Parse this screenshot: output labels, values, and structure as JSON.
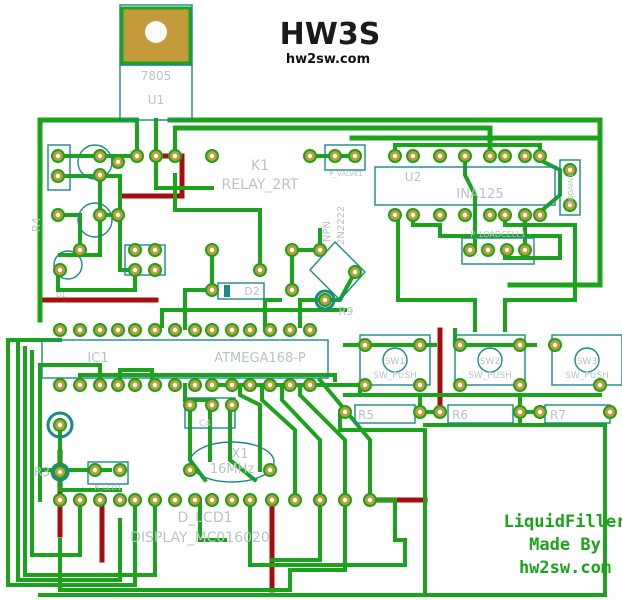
{
  "logo": {
    "mark": "HW3S",
    "site": "hw2sw.com"
  },
  "regulator": {
    "part": "7805",
    "ref": "U1"
  },
  "relay": {
    "ref": "K1",
    "part": "RELAY_2RT"
  },
  "valve_label": "P_VALVE1",
  "amp": {
    "ref": "U2",
    "part": "INA125",
    "gain": "RBGAIN1"
  },
  "loadcell_label": "P_LOADCELL1",
  "transistor": {
    "type": "NPN",
    "part": "2N2222"
  },
  "diode": "D2",
  "mcu": {
    "ref": "IC1",
    "part": "ATMEGA168-P"
  },
  "crystal": {
    "ref": "X1",
    "freq": "16MHz"
  },
  "cap": "C4",
  "lcd": {
    "ref": "D_LCD1",
    "part": "DISPLAY_MC016020",
    "pot": "R_LCD1"
  },
  "buttons": [
    {
      "ref": "SW1",
      "part": "SW_PUSH"
    },
    {
      "ref": "SW2",
      "part": "SW_PUSH"
    },
    {
      "ref": "SW3",
      "part": "SW_PUSH"
    }
  ],
  "resistors": {
    "r3": "R3",
    "r4": "R4",
    "r5": "R5",
    "r6": "R6",
    "r7": "R7",
    "r9": "R9"
  },
  "leds": {
    "d1": "D1"
  },
  "credit": {
    "line1": "LiquidFiller",
    "line2": "Made By",
    "line3": "hw2sw.com"
  },
  "colors": {
    "track_top": "#1ba31b",
    "track_bottom": "#a60d0d",
    "pad": "#c39b3a",
    "silk": "#1a8a86"
  }
}
